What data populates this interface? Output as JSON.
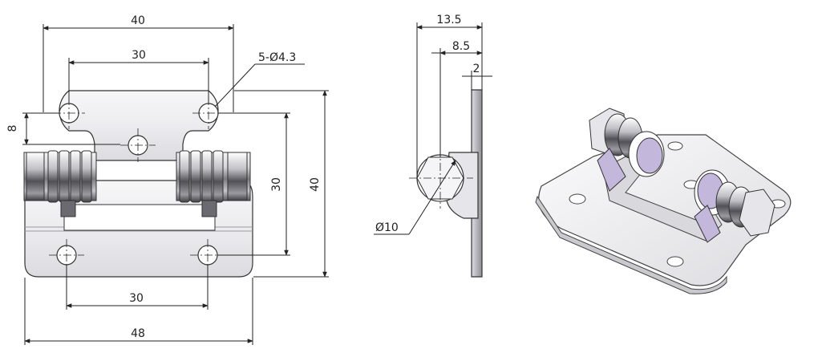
{
  "dimensions": {
    "front_top_width": "40",
    "front_hole_pitch_top": "30",
    "front_hole_callout": "5-Ø4.3",
    "front_left_offset": "8",
    "front_vertical_inner": "30",
    "front_vertical_overall": "40",
    "front_hole_pitch_bottom": "30",
    "front_bottom_width": "48",
    "side_overall": "13.5",
    "side_middle": "8.5",
    "side_thickness": "2",
    "side_knuckle_diameter": "Ø10"
  },
  "colors": {
    "line": "#222222",
    "metal_light": "#f2f2f4",
    "metal_mid": "#c9c9ce",
    "metal_dark": "#6f6f75",
    "accent_purple": "#c4b7dc"
  }
}
